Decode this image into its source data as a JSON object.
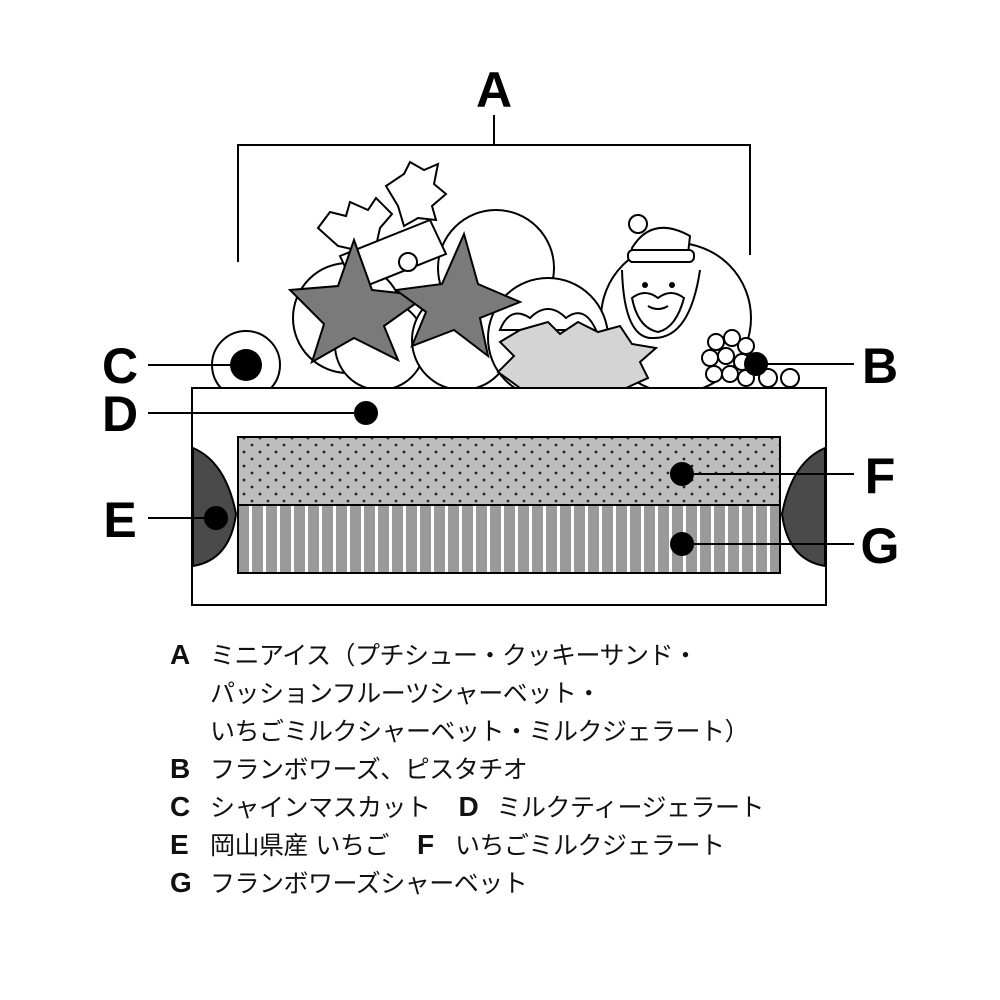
{
  "callouts": {
    "A": "A",
    "B": "B",
    "C": "C",
    "D": "D",
    "E": "E",
    "F": "F",
    "G": "G"
  },
  "legend": {
    "a": {
      "key": "A",
      "line1": "ミニアイス（プチシュー・クッキーサンド・",
      "line2": "パッションフルーツシャーベット・",
      "line3": "いちごミルクシャーベット・ミルクジェラート）"
    },
    "b": {
      "key": "B",
      "text": "フランボワーズ、ピスタチオ"
    },
    "c": {
      "key": "C",
      "text": "シャインマスカット"
    },
    "d": {
      "key": "D",
      "text": "ミルクティージェラート"
    },
    "e": {
      "key": "E",
      "text": "岡山県産 いちご"
    },
    "f": {
      "key": "F",
      "text": "いちごミルクジェラート"
    },
    "g": {
      "key": "G",
      "text": "フランボワーズシャーベット"
    }
  },
  "colors": {
    "outline": "#000000",
    "dark_fill": "#4a4a4a",
    "star_fill": "#7a7a7a",
    "light_fill": "#d4d4d4",
    "dotted_layer": "#bdbdbd",
    "striped_layer": "#9a9a9a"
  },
  "icons": [
    "star-icon",
    "holly-leaf-icon",
    "santa-icon",
    "cookie-icon",
    "grape-icon",
    "raspberry-icon"
  ]
}
